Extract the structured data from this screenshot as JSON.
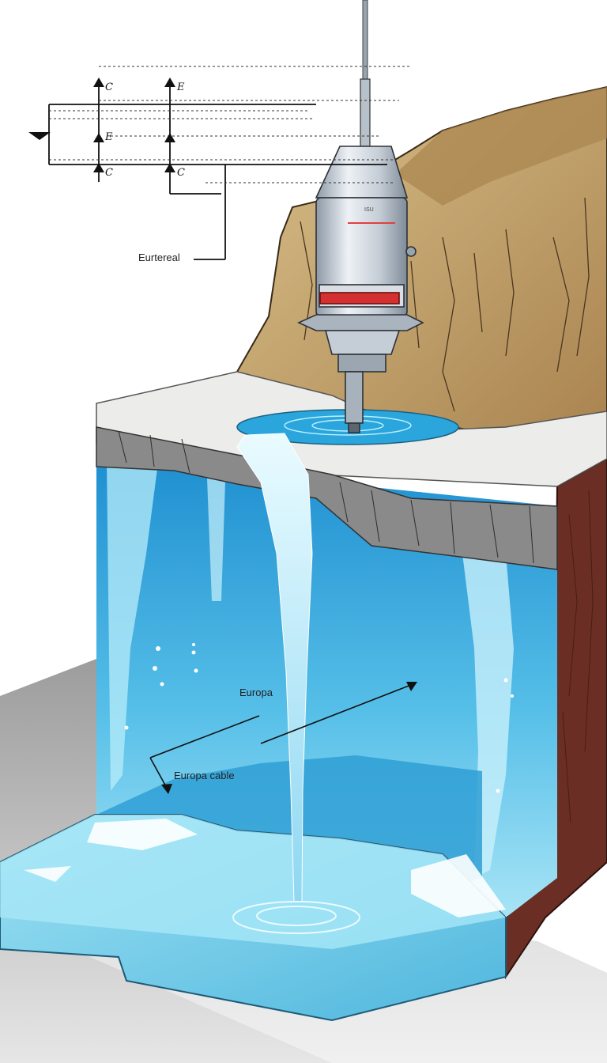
{
  "labels": {
    "eurtereal": "Eurtereal",
    "europa": "Europa",
    "europa_cable": "Europa cable"
  },
  "probe": {
    "marking": "ISU"
  },
  "schematic_marks": {
    "upper_left": "C",
    "upper_right": "E",
    "middle_left": "E",
    "lower_left": "C",
    "lower_right": "C"
  },
  "colors": {
    "water": "#3aa8dc",
    "ice_edge": "#8a8a8a",
    "rock": "#c9a872",
    "cliff_dark": "#6b2e24",
    "probe_body": "#c8d2dc",
    "probe_stripe": "#d43030"
  }
}
